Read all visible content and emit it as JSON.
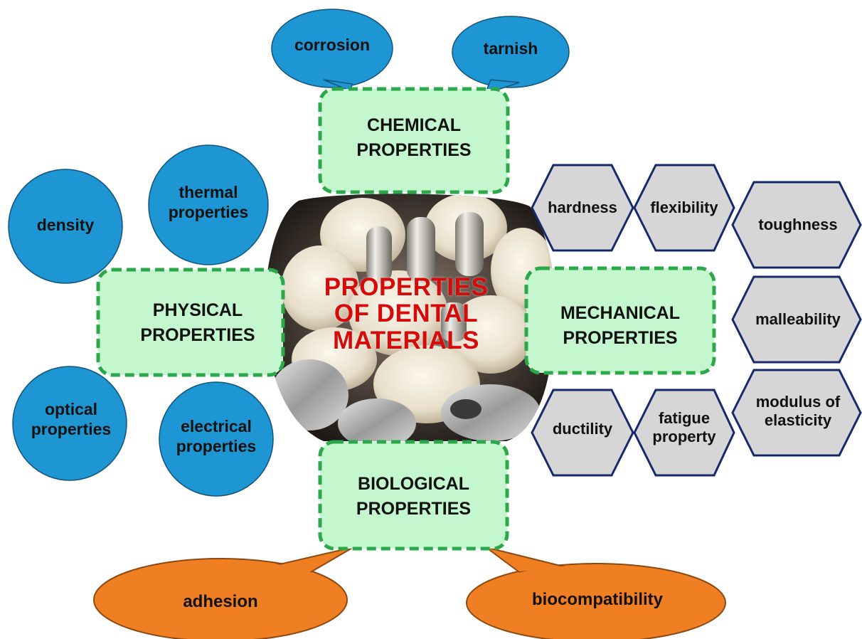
{
  "center_title": [
    "PROPERTIES",
    "OF DENTAL",
    "MATERIALS"
  ],
  "categories": {
    "chemical": [
      "CHEMICAL",
      "PROPERTIES"
    ],
    "physical": [
      "PHYSICAL",
      "PROPERTIES"
    ],
    "mechanical": [
      "MECHANICAL",
      "PROPERTIES"
    ],
    "biological": [
      "BIOLOGICAL",
      "PROPERTIES"
    ]
  },
  "chemical_items": [
    "corrosion",
    "tarnish"
  ],
  "physical_items": {
    "density": [
      "density"
    ],
    "thermal": [
      "thermal",
      "properties"
    ],
    "optical": [
      "optical",
      "properties"
    ],
    "electrical": [
      "electrical",
      "properties"
    ]
  },
  "mechanical_items": {
    "hardness": [
      "hardness"
    ],
    "flexibility": [
      "flexibility"
    ],
    "toughness": [
      "toughness"
    ],
    "malleability": [
      "malleability"
    ],
    "modulus": [
      "modulus of",
      "elasticity"
    ],
    "ductility": [
      "ductility"
    ],
    "fatigue": [
      "fatigue",
      "property"
    ]
  },
  "biological_items": [
    "adhesion",
    "biocompatibility"
  ],
  "colors": {
    "category_fill": "#c5f7cf",
    "category_border": "#2aa84a",
    "blue_bubble": "#1e96d4",
    "hexagon_fill": "#d6d6d6",
    "hexagon_border": "#15296b",
    "orange_bubble": "#f07e22",
    "orange_border": "#8c4a12",
    "center_text": "#d70a0a"
  },
  "icons": [
    "dental-crowns-photo"
  ]
}
